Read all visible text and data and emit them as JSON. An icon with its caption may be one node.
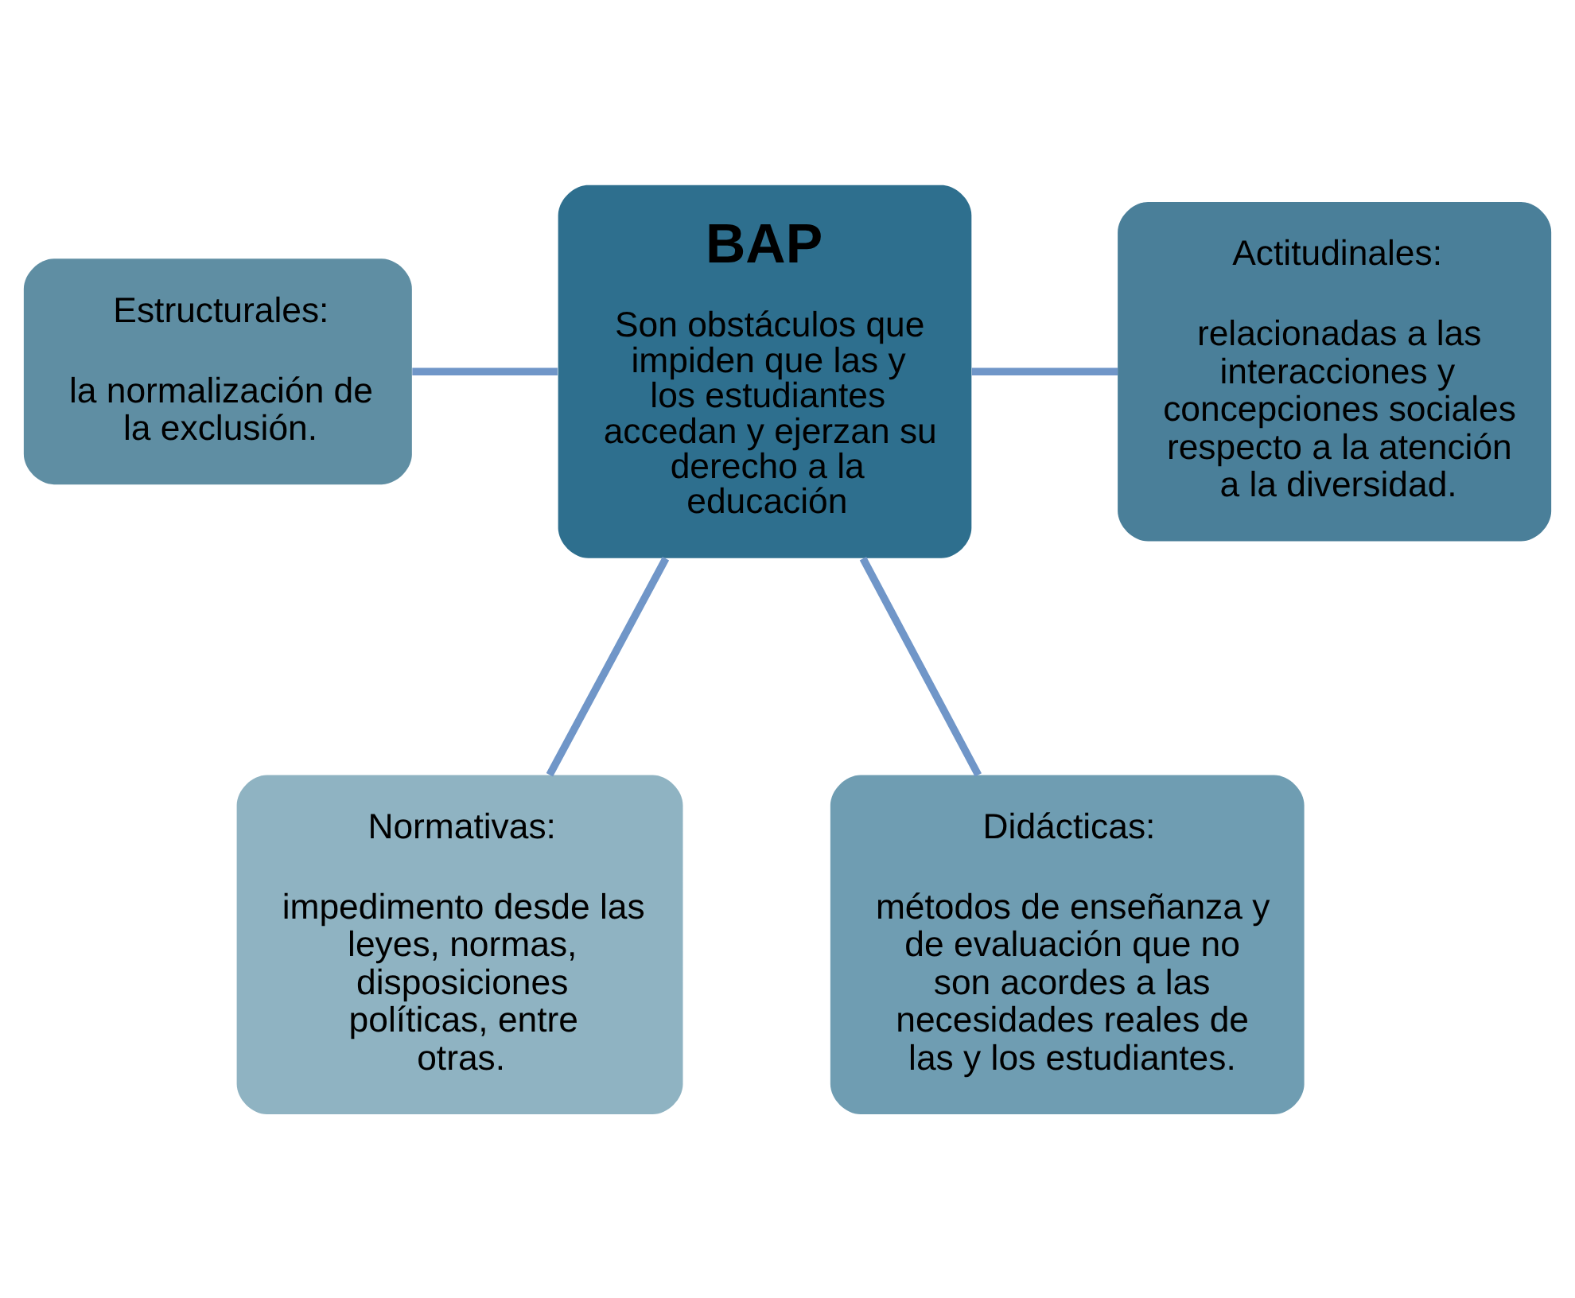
{
  "diagram": {
    "nodes": [
      {
        "text": [
          "BAP",
          "Son obstáculos que impiden que las y los estudiantes accedan y ejerzan su derecho a la educación"
        ]
      },
      {
        "text": [
          "Estructurales:",
          "la normalización de la exclusión."
        ]
      },
      {
        "text": [
          "Actitudinales:",
          "relacionadas a las interacciones y concepciones sociales respecto a la atención a la diversidad."
        ]
      },
      {
        "text": [
          "Normativas:",
          "impedimento desde las leyes, normas, disposiciones políticas, entre otras."
        ]
      },
      {
        "text": [
          "Didácticas:",
          "métodos de enseñanza y de evaluación que no son acordes a las necesidades reales de las y los estudiantes."
        ]
      }
    ],
    "edges": [
      {
        "from": 1,
        "to": 0,
        "arrow": "none",
        "color": "#7096c8"
      },
      {
        "from": 0,
        "to": 2,
        "arrow": "none",
        "color": "#7096c8"
      },
      {
        "from": 0,
        "to": 3,
        "arrow": "none",
        "color": "#7096c8"
      },
      {
        "from": 0,
        "to": 4,
        "arrow": "none",
        "color": "#7096c8"
      }
    ]
  }
}
